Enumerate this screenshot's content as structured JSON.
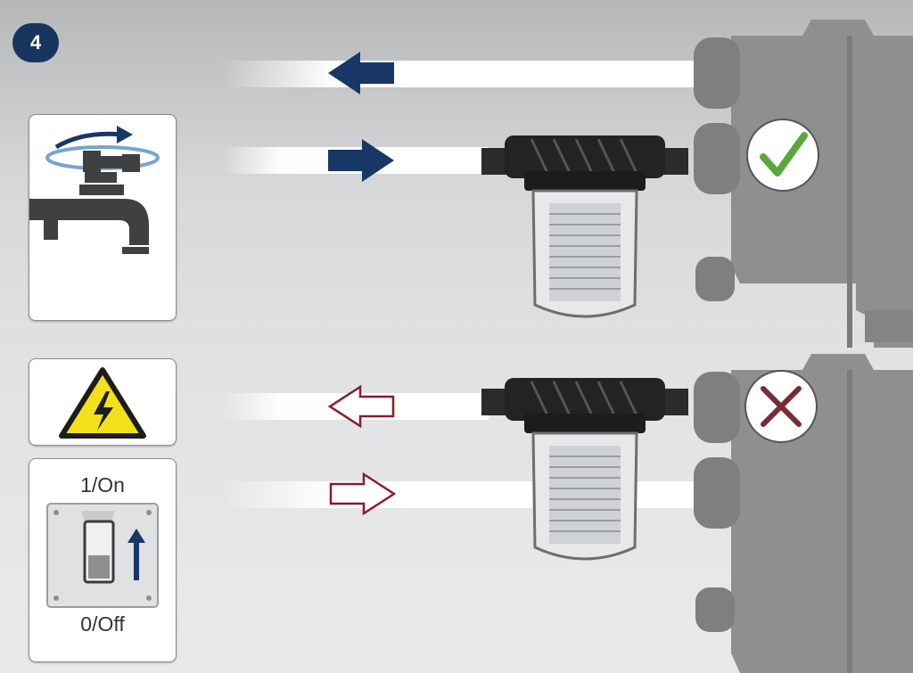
{
  "step": {
    "number": "4"
  },
  "switch": {
    "on_label": "1/On",
    "off_label": "0/Off"
  },
  "colors": {
    "badge": "#17355d",
    "arrow_solid": "#173867",
    "arrow_outline": "#8b1b2a",
    "check": "#5aa83b",
    "cross": "#7a2c33",
    "warning_fill": "#f2e01a",
    "pump_body": "#8e8f91"
  },
  "icons": {
    "tap": "tap-rotate-icon",
    "warning": "electrical-hazard-icon",
    "switch": "power-switch-icon",
    "correct": "checkmark-icon",
    "incorrect": "cross-icon"
  }
}
